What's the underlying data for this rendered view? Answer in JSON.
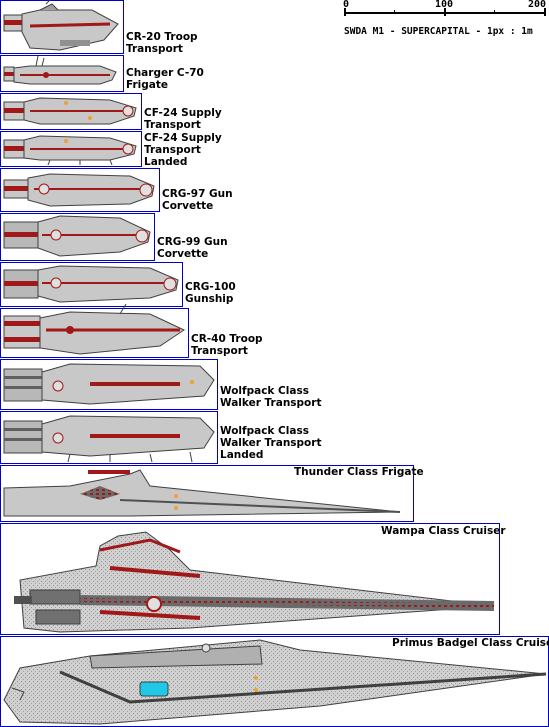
{
  "scale": {
    "ticks": [
      "0",
      "100",
      "200"
    ],
    "caption": "SWDA M1 - SUPERCAPITAL -   1px : 1m"
  },
  "ships": [
    {
      "line1": "CR-20 Troop",
      "line2": "Transport",
      "line3": ""
    },
    {
      "line1": "Charger C-70",
      "line2": "Frigate",
      "line3": ""
    },
    {
      "line1": "CF-24 Supply",
      "line2": "Transport",
      "line3": ""
    },
    {
      "line1": "CF-24 Supply",
      "line2": "Transport",
      "line3": "Landed"
    },
    {
      "line1": "CRG-97 Gun",
      "line2": "Corvette",
      "line3": ""
    },
    {
      "line1": "CRG-99 Gun",
      "line2": "Corvette",
      "line3": ""
    },
    {
      "line1": "CRG-100",
      "line2": "Gunship",
      "line3": ""
    },
    {
      "line1": "CR-40 Troop",
      "line2": "Transport",
      "line3": ""
    },
    {
      "line1": "Wolfpack Class",
      "line2": "Walker Transport",
      "line3": ""
    },
    {
      "line1": "Wolfpack Class",
      "line2": "Walker Transport",
      "line3": "Landed"
    },
    {
      "line1": "Thunder Class Frigate",
      "line2": "",
      "line3": ""
    },
    {
      "line1": "Wampa Class  Cruiser",
      "line2": "",
      "line3": ""
    },
    {
      "line1": "Primus Badgel Class  Cruiser",
      "line2": "",
      "line3": ""
    }
  ],
  "colors": {
    "frame": "#0000c8",
    "hull": "#c8c8c8",
    "hull_dark": "#808080",
    "accent": "#a01818",
    "engine_glow": "#20c8e8",
    "light": "#f0a030"
  }
}
